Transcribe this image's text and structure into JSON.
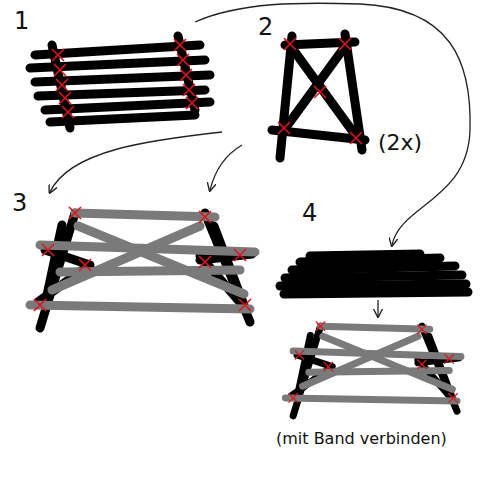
{
  "diagram": {
    "labels": [
      "1",
      "2",
      "(2x)",
      "3",
      "4",
      "(mit Band verbinden)"
    ]
  }
}
